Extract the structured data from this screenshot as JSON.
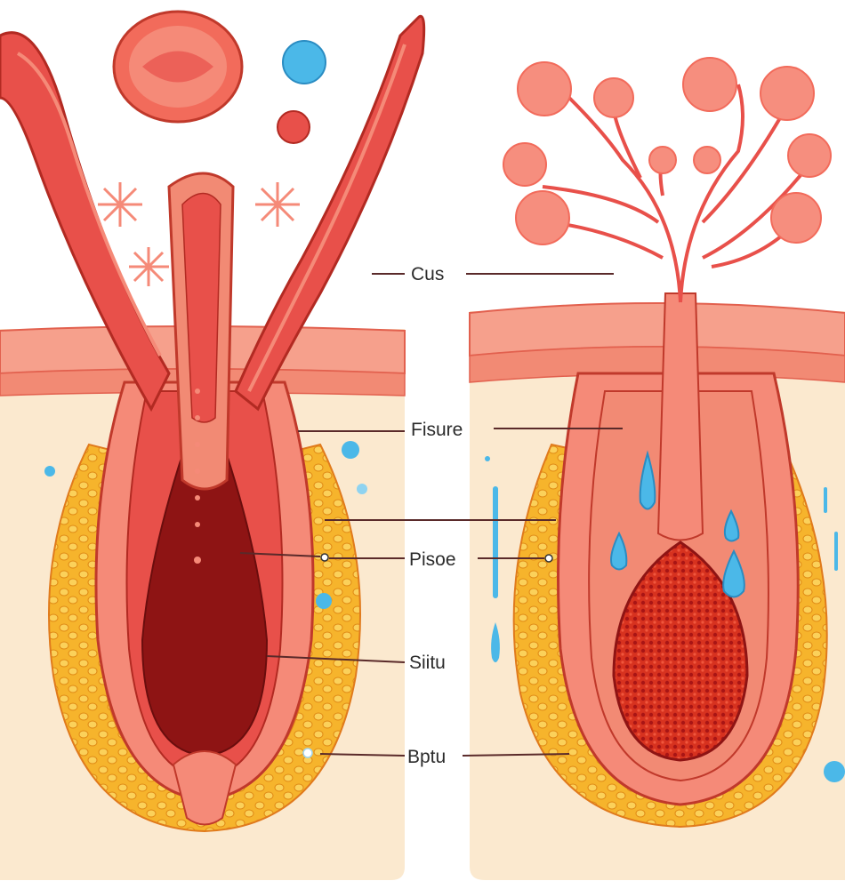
{
  "labels": {
    "cus": "Cus",
    "fisure": "Fisure",
    "pisoe": "Pisoe",
    "siitu": "Siitu",
    "bptu": "Bptu"
  },
  "colors": {
    "skin_beige": "#fbe9cf",
    "epidermis": "#f6a08c",
    "tissue_red": "#e8504a",
    "tissue_light": "#f58a78",
    "dark_cavity": "#8e1414",
    "fat_yellow": "#f6b42c",
    "droplet_blue": "#4bb8e8",
    "outline": "#c0392b"
  },
  "icons": [
    "cell-icon",
    "droplet-icon",
    "flower-cell-icon",
    "gland-tree-icon"
  ]
}
